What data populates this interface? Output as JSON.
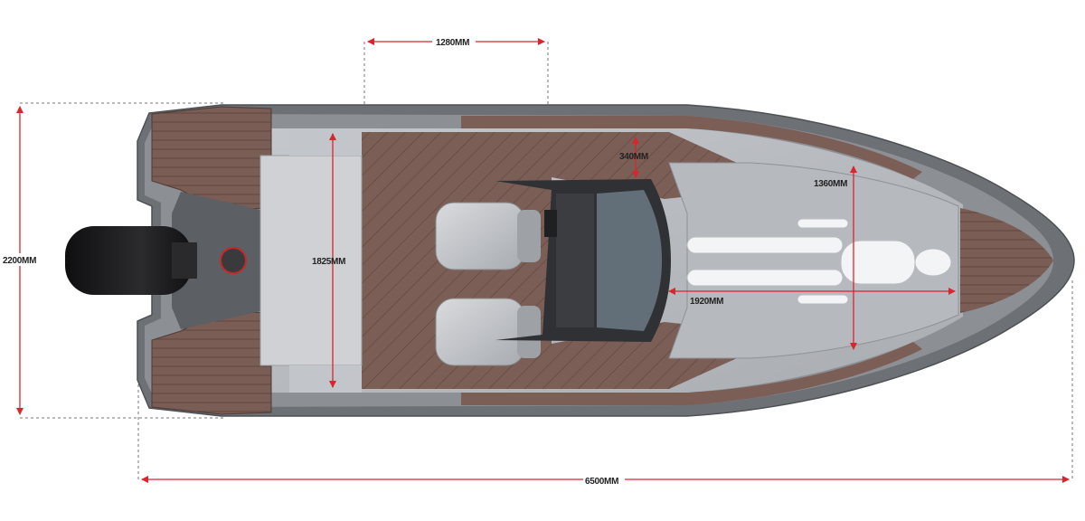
{
  "colors": {
    "accent": "#d8262e",
    "guide": "#666666",
    "hull": "#6d7075",
    "deck_brown": "#7b5e55",
    "deck_grey": "#b9bcc0",
    "engine": "#1b1b1d"
  },
  "dimensions": {
    "overall_length": "6500MM",
    "overall_beam": "2200MM",
    "cockpit_length": "1280MM",
    "cockpit_width": "1825MM",
    "bow_width": "1360MM",
    "bow_length": "1920MM",
    "console_gap": "340MM"
  }
}
